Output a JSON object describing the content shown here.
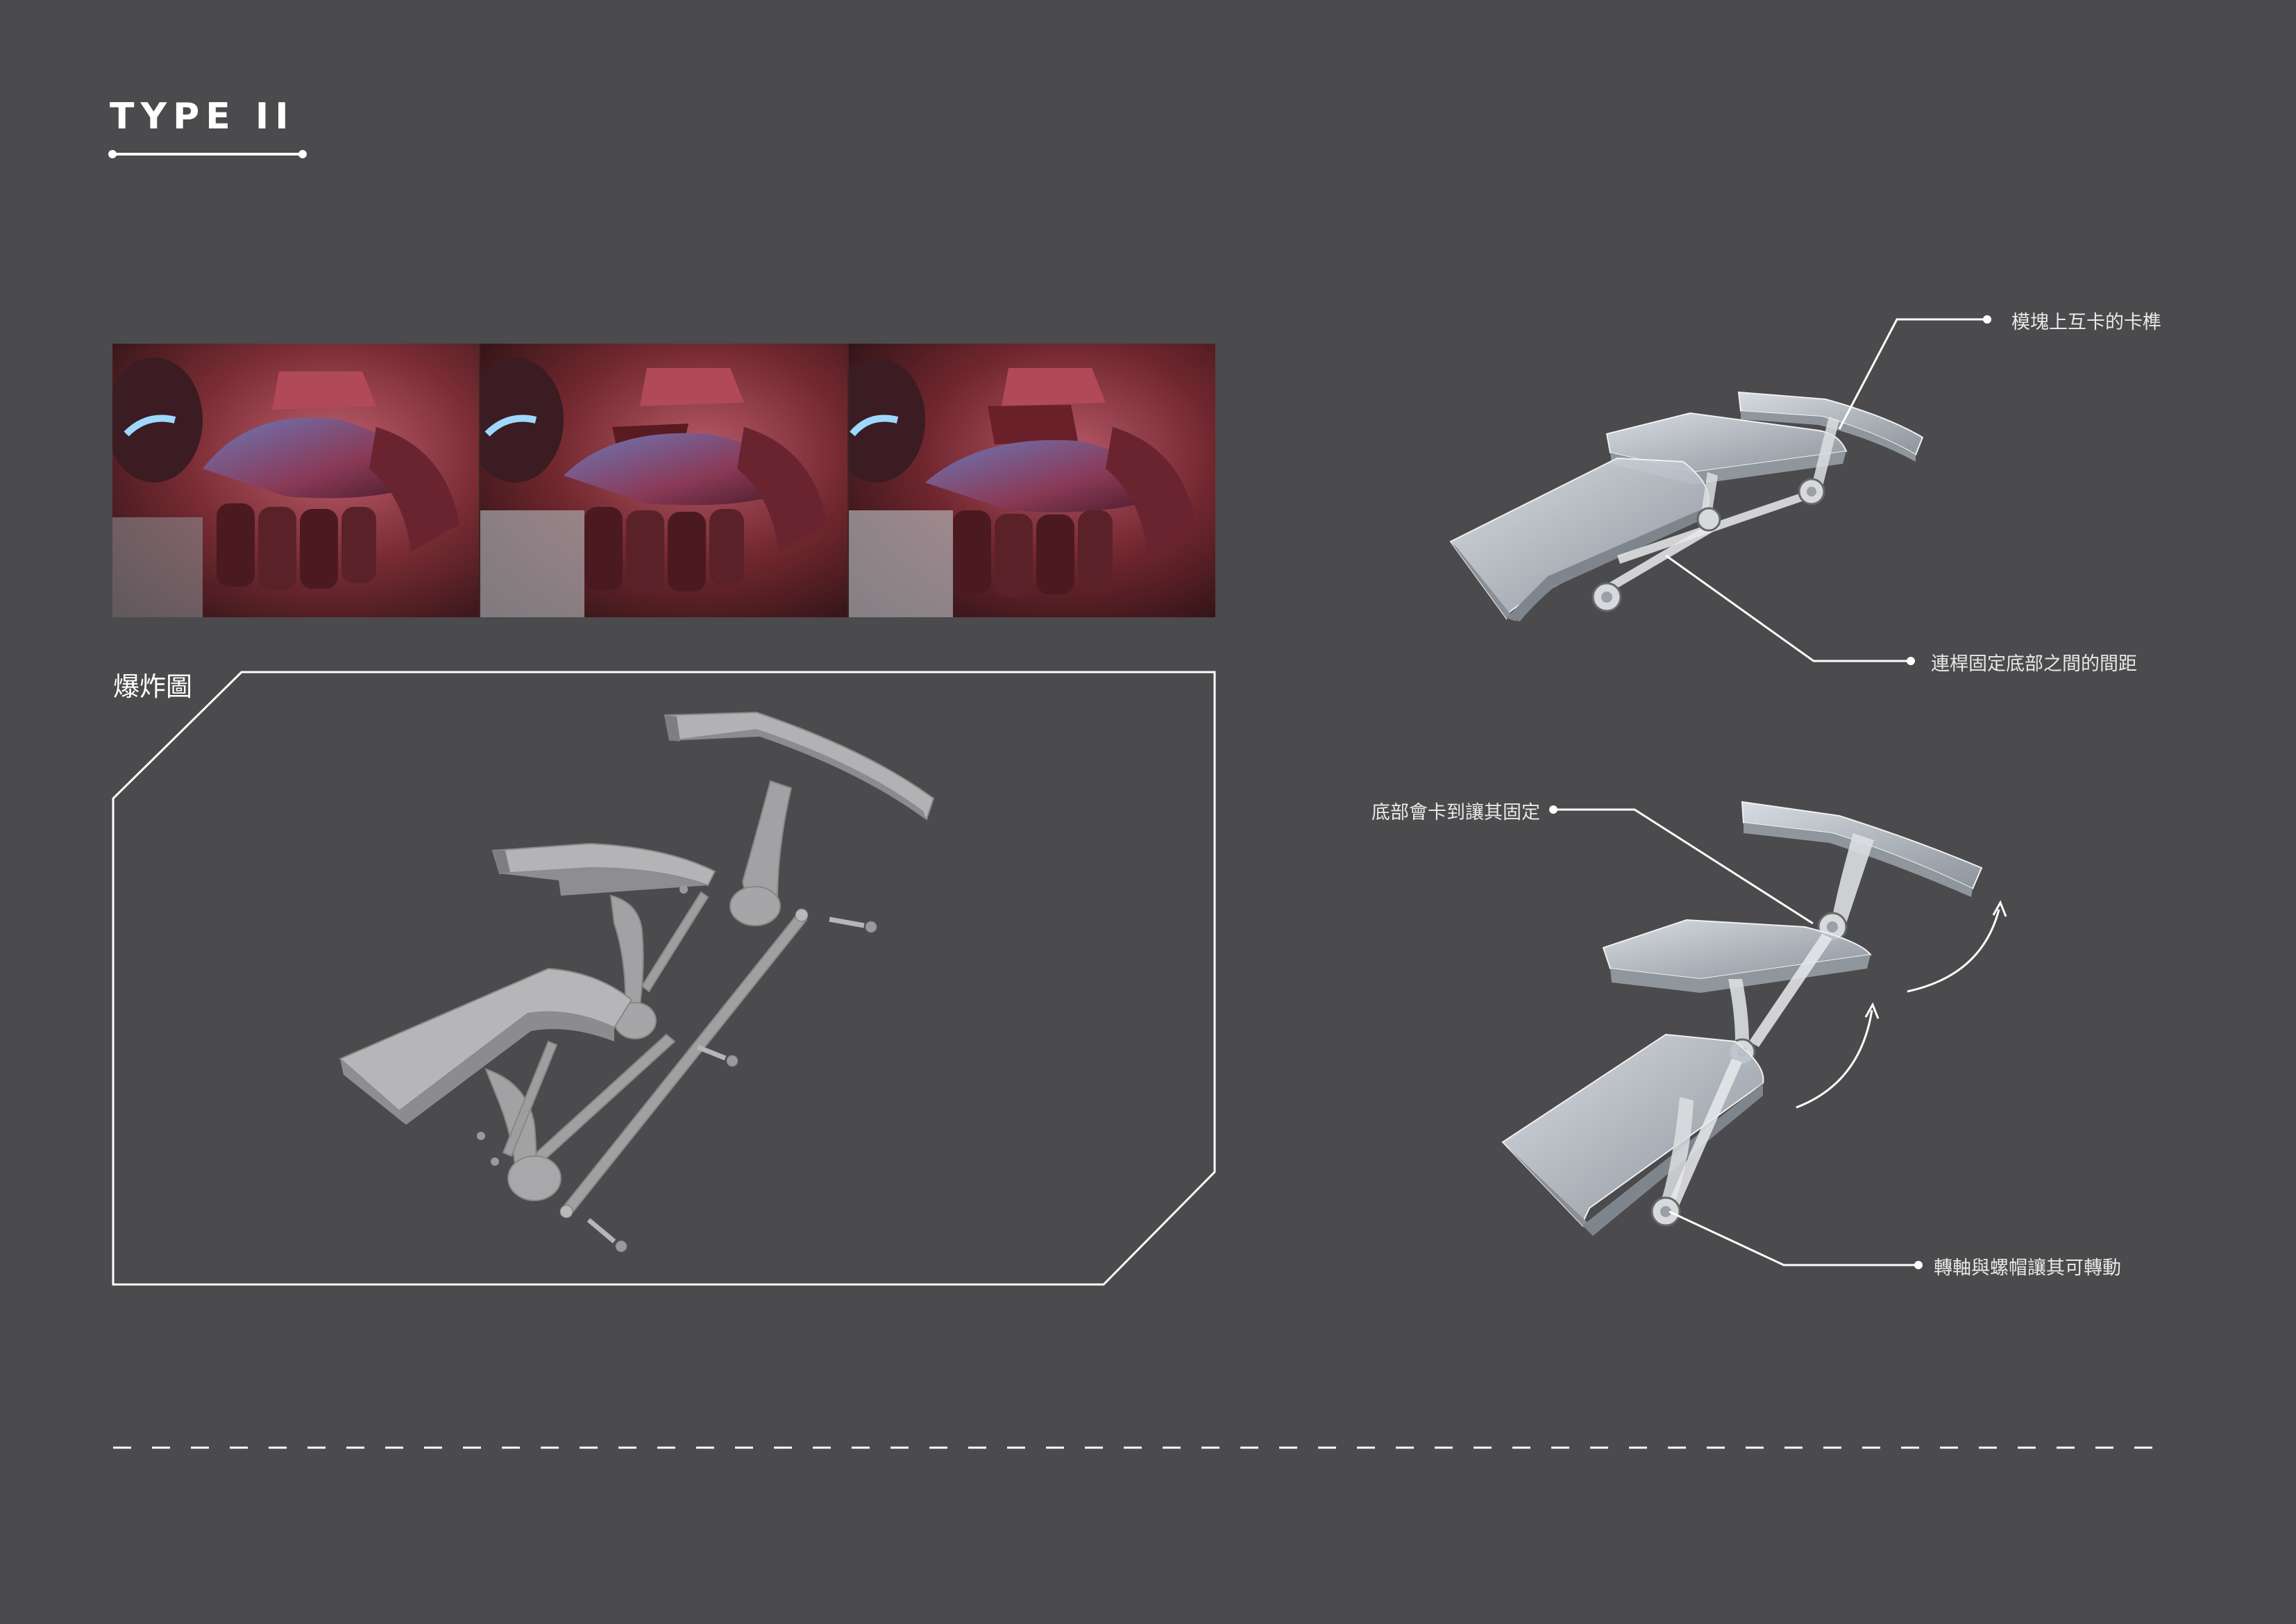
{
  "page": {
    "title": "TYPE II",
    "exploded_label": "爆炸圖"
  },
  "callouts": {
    "top_interlock": "模塊上互卡的卡榫",
    "top_linkage": "連桿固定底部之間的間距",
    "bottom_lock": "底部會卡到讓其固定",
    "bottom_pivot": "轉軸與螺帽讓其可轉動"
  },
  "photos": [
    {
      "name": "armor-frame-1"
    },
    {
      "name": "armor-frame-2"
    },
    {
      "name": "armor-frame-3"
    }
  ],
  "colors": {
    "background": "#4b4a4c",
    "line": "#ffffff",
    "armor_red": "#8a2830",
    "armor_dark": "#3a1418",
    "part_gray": "#a9a9ab",
    "glass": "#c8cfd6"
  }
}
